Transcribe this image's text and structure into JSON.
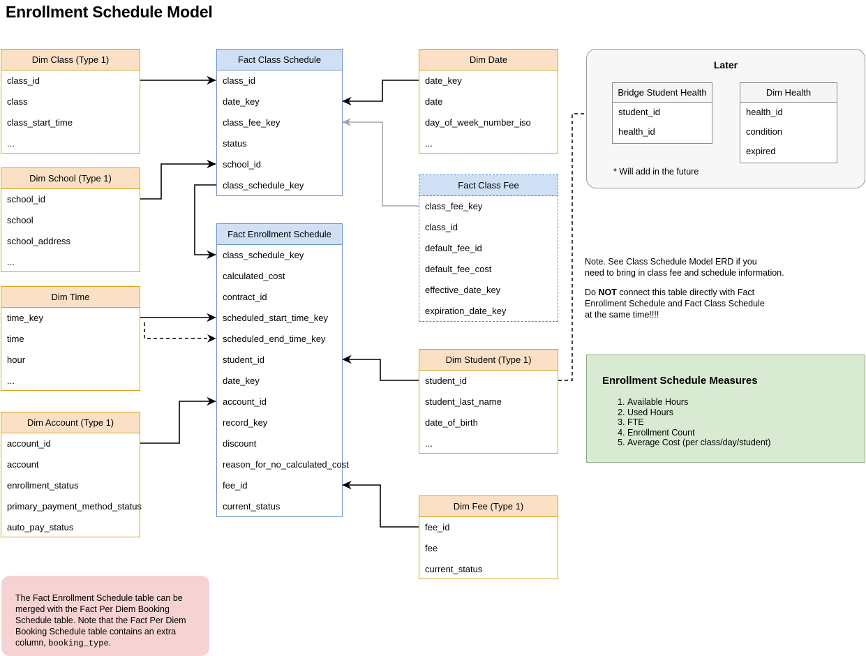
{
  "title": "Enrollment Schedule Model",
  "tables": {
    "dim_class": {
      "name": "Dim Class (Type 1)",
      "fields": [
        "class_id",
        "class",
        "class_start_time",
        "..."
      ]
    },
    "dim_school": {
      "name": "Dim School (Type 1)",
      "fields": [
        "school_id",
        "school",
        "school_address",
        "..."
      ]
    },
    "dim_time": {
      "name": "Dim Time",
      "fields": [
        "time_key",
        "time",
        "hour",
        "..."
      ]
    },
    "dim_account": {
      "name": "Dim Account (Type 1)",
      "fields": [
        "account_id",
        "account",
        "enrollment_status",
        "primary_payment_method_status",
        "auto_pay_status"
      ]
    },
    "fact_class_schedule": {
      "name": "Fact Class Schedule",
      "fields": [
        "class_id",
        "date_key",
        "class_fee_key",
        "status",
        "school_id",
        "class_schedule_key"
      ]
    },
    "fact_enrollment_schedule": {
      "name": "Fact Enrollment Schedule",
      "fields": [
        "class_schedule_key",
        "calculated_cost",
        "contract_id",
        "scheduled_start_time_key",
        "scheduled_end_time_key",
        "student_id",
        "date_key",
        "account_id",
        "record_key",
        "discount",
        "reason_for_no_calculated_cost",
        "fee_id",
        "current_status"
      ]
    },
    "dim_date": {
      "name": "Dim Date",
      "fields": [
        "date_key",
        "date",
        "day_of_week_number_iso",
        "..."
      ]
    },
    "fact_class_fee": {
      "name": "Fact Class Fee",
      "fields": [
        "class_fee_key",
        "class_id",
        "default_fee_id",
        "default_fee_cost",
        "effective_date_key",
        "expiration_date_key"
      ]
    },
    "dim_student": {
      "name": "Dim Student (Type 1)",
      "fields": [
        "student_id",
        "student_last_name",
        "date_of_birth",
        "..."
      ]
    },
    "dim_fee": {
      "name": "Dim Fee (Type 1)",
      "fields": [
        "fee_id",
        "fee",
        "current_status"
      ]
    },
    "bridge_student_health": {
      "name": "Bridge Student Health",
      "fields": [
        "student_id",
        "health_id"
      ]
    },
    "dim_health": {
      "name": "Dim Health",
      "fields": [
        "health_id",
        "condition",
        "expired"
      ]
    }
  },
  "later_group": {
    "title": "Later",
    "footnote": "* Will add in the future"
  },
  "notes": {
    "erd_note": "Note. See Class Schedule Model ERD if you\nneed to bring in class fee and schedule information.",
    "warning_prefix": "Do ",
    "warning_bold": "NOT",
    "warning_suffix": " connect this table directly with Fact\nEnrollment Schedule and Fact Class Schedule\nat the same time!!!!",
    "pink_note_part1": "The Fact Enrollment Schedule table can be merged with the Fact Per Diem Booking Schedule table. Note that the Fact Per Diem Booking Schedule table contains an extra column, ",
    "pink_note_code": "booking_type",
    "pink_note_part2": "."
  },
  "measures": {
    "title": "Enrollment Schedule Measures",
    "items": [
      "Available Hours",
      "Used Hours",
      "FTE",
      "Enrollment Count",
      "Average Cost (per class/day/student)"
    ]
  },
  "colors": {
    "dim_header": "#fbe0c5",
    "dim_border": "#d6a419",
    "fact_header": "#cfe0f4",
    "fact_border": "#6c95c9",
    "fact_dashed_border": "#4a86d8",
    "measures_bg": "#d9ead3",
    "measures_border": "#8bab7c",
    "pink_note_bg": "#f6d2d2",
    "later_bg": "#f7f7f7",
    "connector_solid": "#000000",
    "connector_gray": "#a6a6a6"
  }
}
